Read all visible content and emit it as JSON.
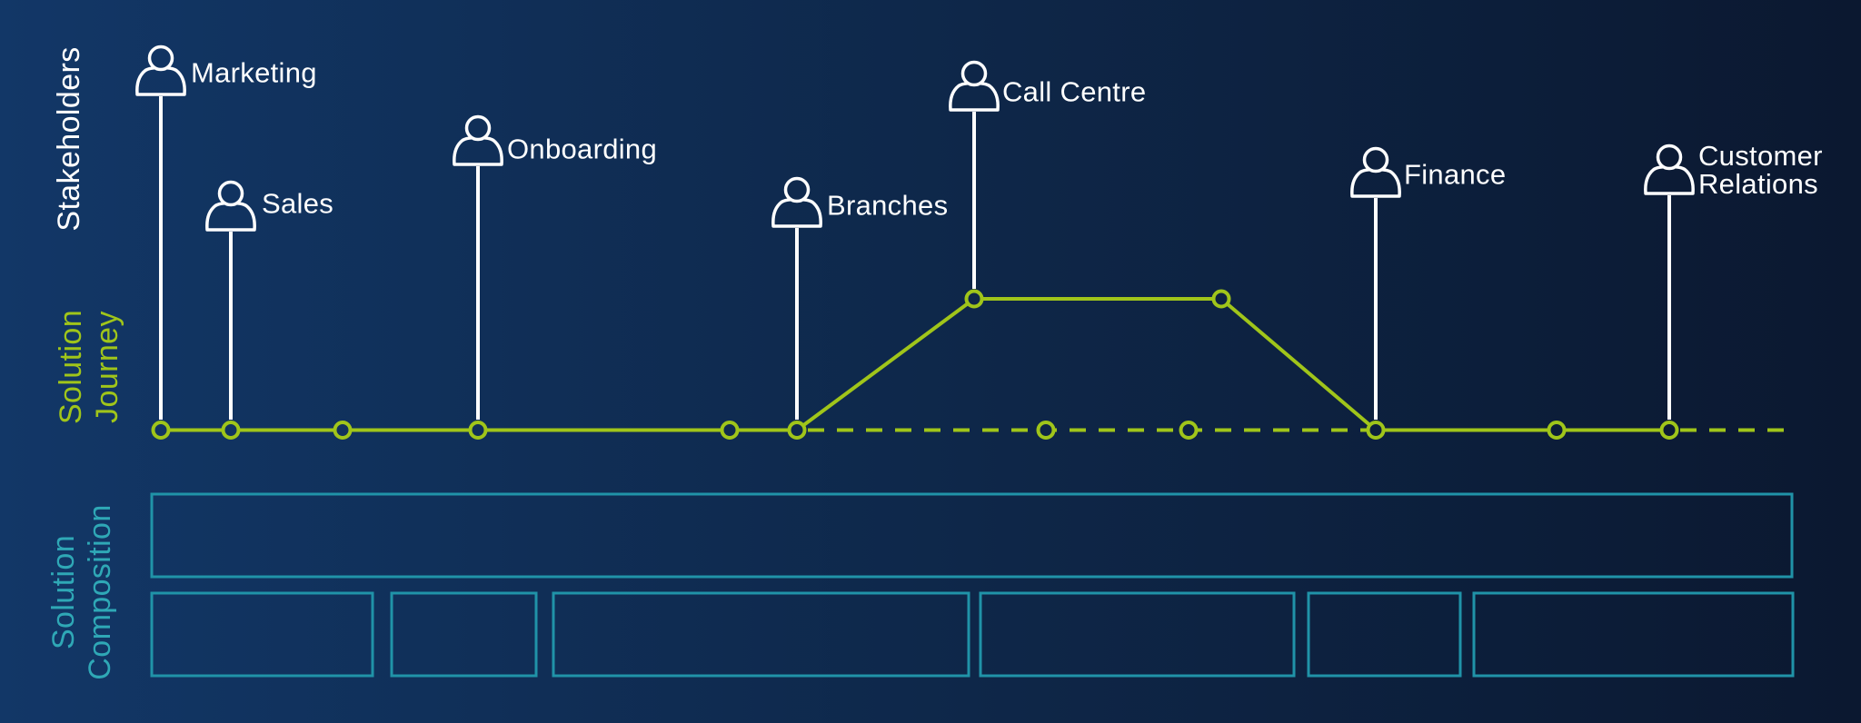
{
  "sections": {
    "stakeholders_label": "Stakeholders",
    "solution_journey_label": "Solution\nJourney",
    "solution_composition_label": "Solution\nComposition"
  },
  "stakeholders": [
    {
      "label": "Marketing",
      "icon": "person",
      "connects_to": "baseline"
    },
    {
      "label": "Sales",
      "icon": "person",
      "connects_to": "baseline"
    },
    {
      "label": "Onboarding",
      "icon": "person",
      "connects_to": "baseline"
    },
    {
      "label": "Branches",
      "icon": "person",
      "connects_to": "baseline"
    },
    {
      "label": "Call Centre",
      "icon": "person",
      "connects_to": "raised-plateau"
    },
    {
      "label": "Finance",
      "icon": "person",
      "connects_to": "baseline"
    },
    {
      "label": "Customer\nRelations",
      "icon": "person",
      "connects_to": "baseline"
    }
  ],
  "journey": {
    "baseline_node_count": 11,
    "raised_node_count": 2,
    "raised_at": "Call Centre",
    "solid_spans": "Marketing to Branches, rise to Call Centre plateau, descend to Finance, Finance to Customer Relations",
    "dashed_spans": "baseline from Branches to Finance, and after Customer Relations to the right edge"
  },
  "composition": {
    "row1_box_count": 1,
    "row2_box_count": 6,
    "boxes_are_empty": true
  },
  "colors": {
    "background_left": "#123767",
    "background_mid": "#0e2749",
    "background_right": "#0b1830",
    "journey_green": "#a0c51a",
    "composition_teal": "#2093a8",
    "composition_label_teal": "#2fa8b6",
    "stakeholder_white": "#ffffff"
  }
}
